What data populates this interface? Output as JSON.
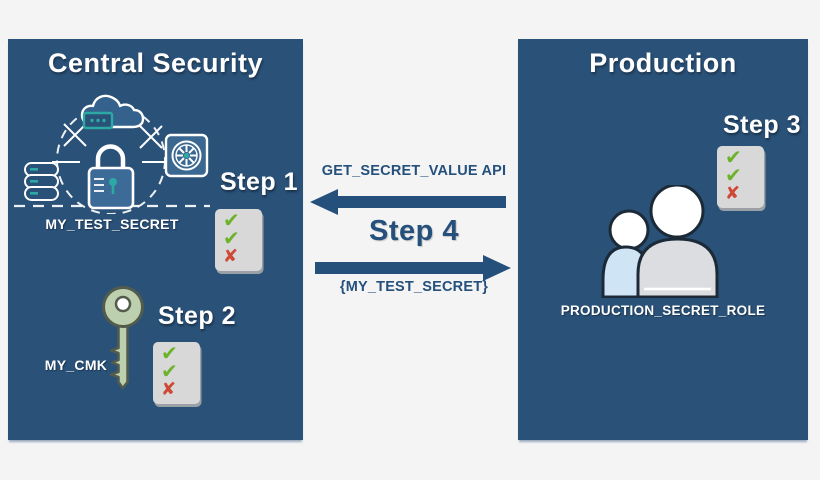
{
  "diagram": {
    "central_panel": {
      "title": "Central Security",
      "secret_icon_label": "MY_TEST_SECRET",
      "key_icon_label": "MY_CMK",
      "step1_label": "Step 1",
      "step2_label": "Step 2"
    },
    "production_panel": {
      "title": "Production",
      "role_icon_label": "PRODUCTION_SECRET_ROLE",
      "step3_label": "Step 3"
    },
    "flow": {
      "api_call_label": "GET_SECRET_VALUE API",
      "step4_label": "Step 4",
      "response_payload_label": "{MY_TEST_SECRET}"
    }
  },
  "glyphs": {
    "check": "✔",
    "cross": "✘"
  },
  "colors": {
    "canvas_background": "#f4f4f5",
    "panel_blue": "#2a5178",
    "arrow_blue": "#24507b",
    "accent_teal": "#2ca9a4",
    "check_green": "#6cb32b",
    "cross_red": "#cd4936",
    "card_grey": "#d8d8d8",
    "key_green": "#bccfae",
    "person_blue": "#cfe5f6",
    "person_grey": "#dcdde0",
    "text_white": "#ffffff"
  },
  "icons": {
    "secrets_manager": "lock-cloud-database-fan cluster",
    "key": "key shape",
    "users": "two person silhouettes",
    "checklist": "card with two checks and one cross",
    "arrow_left": "left-pointing block arrow",
    "arrow_right": "right-pointing block arrow"
  }
}
